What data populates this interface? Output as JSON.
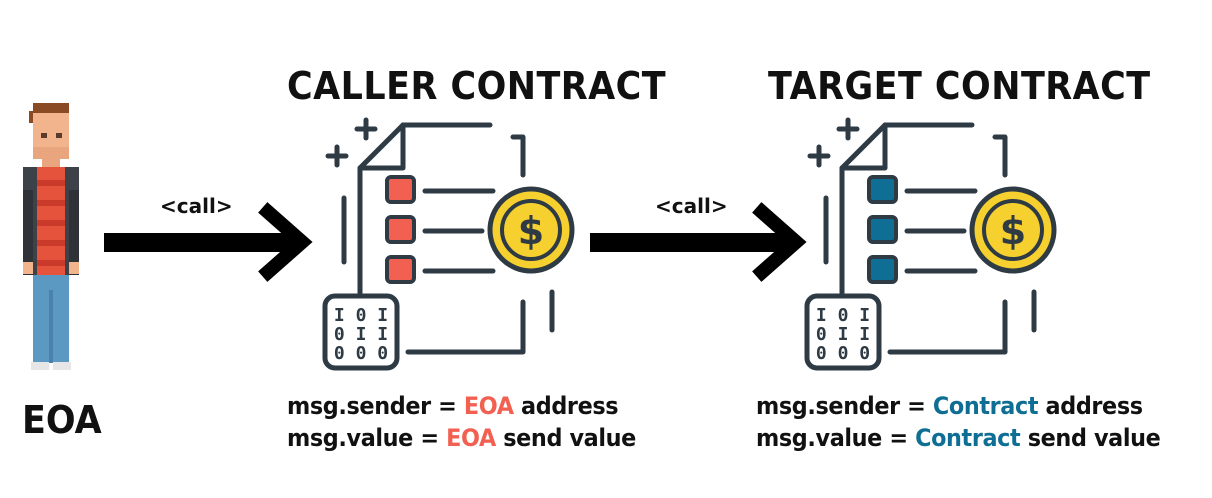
{
  "colors": {
    "caller_accent": "#f26052",
    "target_accent": "#0f6e93",
    "coin": "#f5d02f",
    "stroke": "#2e3a44",
    "arrow": "#000000"
  },
  "eoa": {
    "label": "EOA",
    "icon": "pixel-person"
  },
  "arrows": {
    "call_label_1": "<call>",
    "call_label_2": "<call>"
  },
  "caller": {
    "title": "CALLER CONTRACT",
    "binary_rows": [
      "I 0 I",
      "0 I I",
      "0 0 0"
    ],
    "sender_prefix": "msg.sender = ",
    "sender_highlight": "EOA",
    "sender_suffix": " address",
    "value_prefix": "msg.value = ",
    "value_highlight": "EOA",
    "value_suffix": " send value"
  },
  "target": {
    "title": "TARGET CONTRACT",
    "binary_rows": [
      "I 0 I",
      "0 I I",
      "0 0 0"
    ],
    "sender_prefix": "msg.sender = ",
    "sender_highlight": "Contract",
    "sender_suffix": " address",
    "value_prefix": "msg.value = ",
    "value_highlight": "Contract",
    "value_suffix": " send value"
  }
}
